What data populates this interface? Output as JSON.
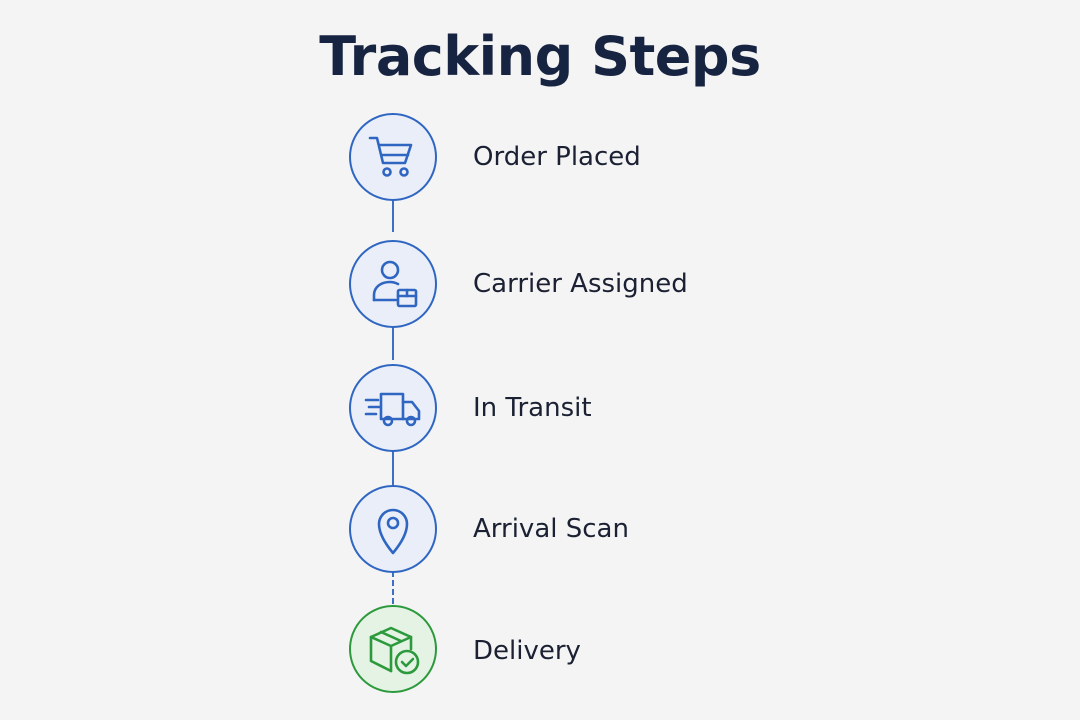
{
  "title": "Tracking Steps",
  "steps": [
    {
      "label": "Order Placed",
      "icon": "shopping-cart-icon",
      "status": "complete"
    },
    {
      "label": "Carrier Assigned",
      "icon": "person-with-package-icon",
      "status": "complete"
    },
    {
      "label": "In Transit",
      "icon": "delivery-truck-icon",
      "status": "complete"
    },
    {
      "label": "Arrival Scan",
      "icon": "location-pin-icon",
      "status": "complete"
    },
    {
      "label": "Delivery",
      "icon": "package-check-icon",
      "status": "pending"
    }
  ],
  "colors": {
    "title": "#172441",
    "accent": "#2f66c2",
    "success": "#2c9a3c",
    "background": "#f4f4f4"
  }
}
